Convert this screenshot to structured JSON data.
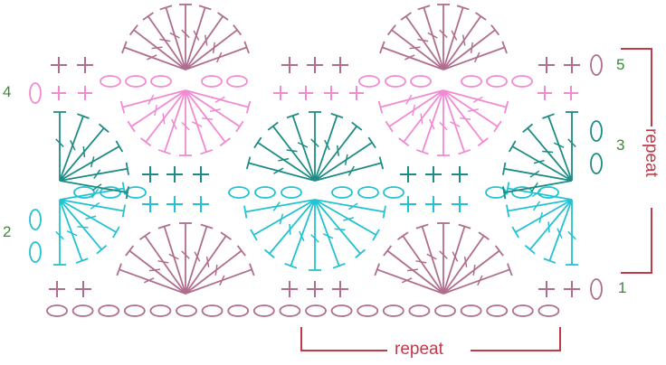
{
  "colors": {
    "mauve": "#b06e8e",
    "pink": "#f28ad2",
    "teal": "#1d8c84",
    "cyan": "#22c2d2",
    "row_number": "#3a8a3a",
    "repeat": "#c23a4a"
  },
  "row_labels": {
    "row1": "1",
    "row2": "2",
    "row3": "3",
    "row4": "4",
    "row5": "5"
  },
  "repeat": {
    "bottom_label": "repeat",
    "side_label": "repeat"
  },
  "legend_symbols": [
    "chain-oval",
    "single-crochet-cross",
    "double-crochet-fan"
  ]
}
